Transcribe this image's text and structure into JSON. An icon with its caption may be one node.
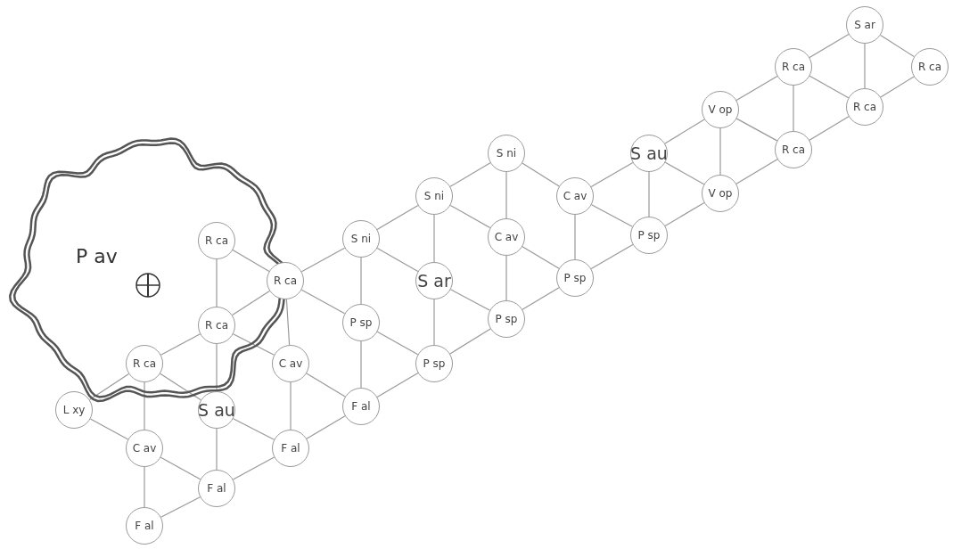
{
  "diagram": {
    "nodes": [
      {
        "text": [
          "P av"
        ]
      },
      {
        "text": [
          "L xy"
        ]
      },
      {
        "text": [
          "R ca"
        ],
        "in": 0
      },
      {
        "text": [
          "C av"
        ]
      },
      {
        "text": [
          "F al"
        ]
      },
      {
        "text": [
          "R ca"
        ],
        "in": 0
      },
      {
        "text": [
          "R ca"
        ],
        "in": 0
      },
      {
        "text": [
          "S au"
        ]
      },
      {
        "text": [
          "F al"
        ]
      },
      {
        "text": [
          "R ca"
        ]
      },
      {
        "text": [
          "C av"
        ]
      },
      {
        "text": [
          "F al"
        ]
      },
      {
        "text": [
          "S ni"
        ]
      },
      {
        "text": [
          "P sp"
        ]
      },
      {
        "text": [
          "F al"
        ]
      },
      {
        "text": [
          "S ni"
        ]
      },
      {
        "text": [
          "S ar"
        ]
      },
      {
        "text": [
          "P sp"
        ]
      },
      {
        "text": [
          "S ni"
        ]
      },
      {
        "text": [
          "C av"
        ]
      },
      {
        "text": [
          "P sp"
        ]
      },
      {
        "text": [
          "C av"
        ]
      },
      {
        "text": [
          "P sp"
        ]
      },
      {
        "text": [
          "S au"
        ]
      },
      {
        "text": [
          "P sp"
        ]
      },
      {
        "text": [
          "V op"
        ]
      },
      {
        "text": [
          "V op"
        ]
      },
      {
        "text": [
          "R ca"
        ]
      },
      {
        "text": [
          "R ca"
        ]
      },
      {
        "text": [
          "S ar"
        ]
      },
      {
        "text": [
          "R ca"
        ]
      },
      {
        "text": [
          "R ca"
        ]
      }
    ],
    "edges": [
      {
        "from": 2,
        "to": 3,
        "arrow": "none"
      },
      {
        "from": 3,
        "to": 4,
        "arrow": "none"
      },
      {
        "from": 5,
        "to": 6,
        "arrow": "none"
      },
      {
        "from": 6,
        "to": 7,
        "arrow": "none"
      },
      {
        "from": 7,
        "to": 8,
        "arrow": "none"
      },
      {
        "from": 9,
        "to": 10,
        "arrow": "none"
      },
      {
        "from": 10,
        "to": 11,
        "arrow": "none"
      },
      {
        "from": 12,
        "to": 13,
        "arrow": "none"
      },
      {
        "from": 13,
        "to": 14,
        "arrow": "none"
      },
      {
        "from": 15,
        "to": 16,
        "arrow": "none"
      },
      {
        "from": 16,
        "to": 17,
        "arrow": "none"
      },
      {
        "from": 18,
        "to": 19,
        "arrow": "none"
      },
      {
        "from": 19,
        "to": 20,
        "arrow": "none"
      },
      {
        "from": 21,
        "to": 22,
        "arrow": "none"
      },
      {
        "from": 23,
        "to": 24,
        "arrow": "none"
      },
      {
        "from": 25,
        "to": 26,
        "arrow": "none"
      },
      {
        "from": 27,
        "to": 28,
        "arrow": "none"
      },
      {
        "from": 29,
        "to": 30,
        "arrow": "none"
      },
      {
        "from": 1,
        "to": 2,
        "arrow": "none"
      },
      {
        "from": 2,
        "to": 6,
        "arrow": "none"
      },
      {
        "from": 6,
        "to": 9,
        "arrow": "none"
      },
      {
        "from": 9,
        "to": 12,
        "arrow": "none"
      },
      {
        "from": 12,
        "to": 15,
        "arrow": "none"
      },
      {
        "from": 15,
        "to": 18,
        "arrow": "none"
      },
      {
        "from": 21,
        "to": 23,
        "arrow": "none"
      },
      {
        "from": 23,
        "to": 25,
        "arrow": "none"
      },
      {
        "from": 25,
        "to": 27,
        "arrow": "none"
      },
      {
        "from": 27,
        "to": 29,
        "arrow": "none"
      },
      {
        "from": 4,
        "to": 8,
        "arrow": "none"
      },
      {
        "from": 8,
        "to": 11,
        "arrow": "none"
      },
      {
        "from": 11,
        "to": 14,
        "arrow": "none"
      },
      {
        "from": 14,
        "to": 17,
        "arrow": "none"
      },
      {
        "from": 17,
        "to": 20,
        "arrow": "none"
      },
      {
        "from": 20,
        "to": 22,
        "arrow": "none"
      },
      {
        "from": 22,
        "to": 24,
        "arrow": "none"
      },
      {
        "from": 24,
        "to": 26,
        "arrow": "none"
      },
      {
        "from": 26,
        "to": 28,
        "arrow": "none"
      },
      {
        "from": 28,
        "to": 30,
        "arrow": "none"
      },
      {
        "from": 30,
        "to": 31,
        "arrow": "none"
      },
      {
        "from": 5,
        "to": 9,
        "arrow": "none"
      },
      {
        "from": 9,
        "to": 13,
        "arrow": "none"
      },
      {
        "from": 13,
        "to": 17,
        "arrow": "none"
      },
      {
        "from": 6,
        "to": 10,
        "arrow": "none"
      },
      {
        "from": 10,
        "to": 14,
        "arrow": "none"
      },
      {
        "from": 2,
        "to": 7,
        "arrow": "none"
      },
      {
        "from": 7,
        "to": 11,
        "arrow": "none"
      },
      {
        "from": 1,
        "to": 3,
        "arrow": "none"
      },
      {
        "from": 3,
        "to": 8,
        "arrow": "none"
      },
      {
        "from": 12,
        "to": 16,
        "arrow": "none"
      },
      {
        "from": 16,
        "to": 20,
        "arrow": "none"
      },
      {
        "from": 15,
        "to": 19,
        "arrow": "none"
      },
      {
        "from": 19,
        "to": 22,
        "arrow": "none"
      },
      {
        "from": 18,
        "to": 21,
        "arrow": "none"
      },
      {
        "from": 21,
        "to": 24,
        "arrow": "none"
      },
      {
        "from": 23,
        "to": 26,
        "arrow": "none"
      },
      {
        "from": 25,
        "to": 28,
        "arrow": "none"
      },
      {
        "from": 27,
        "to": 30,
        "arrow": "none"
      },
      {
        "from": 29,
        "to": 31,
        "arrow": "none"
      }
    ]
  }
}
